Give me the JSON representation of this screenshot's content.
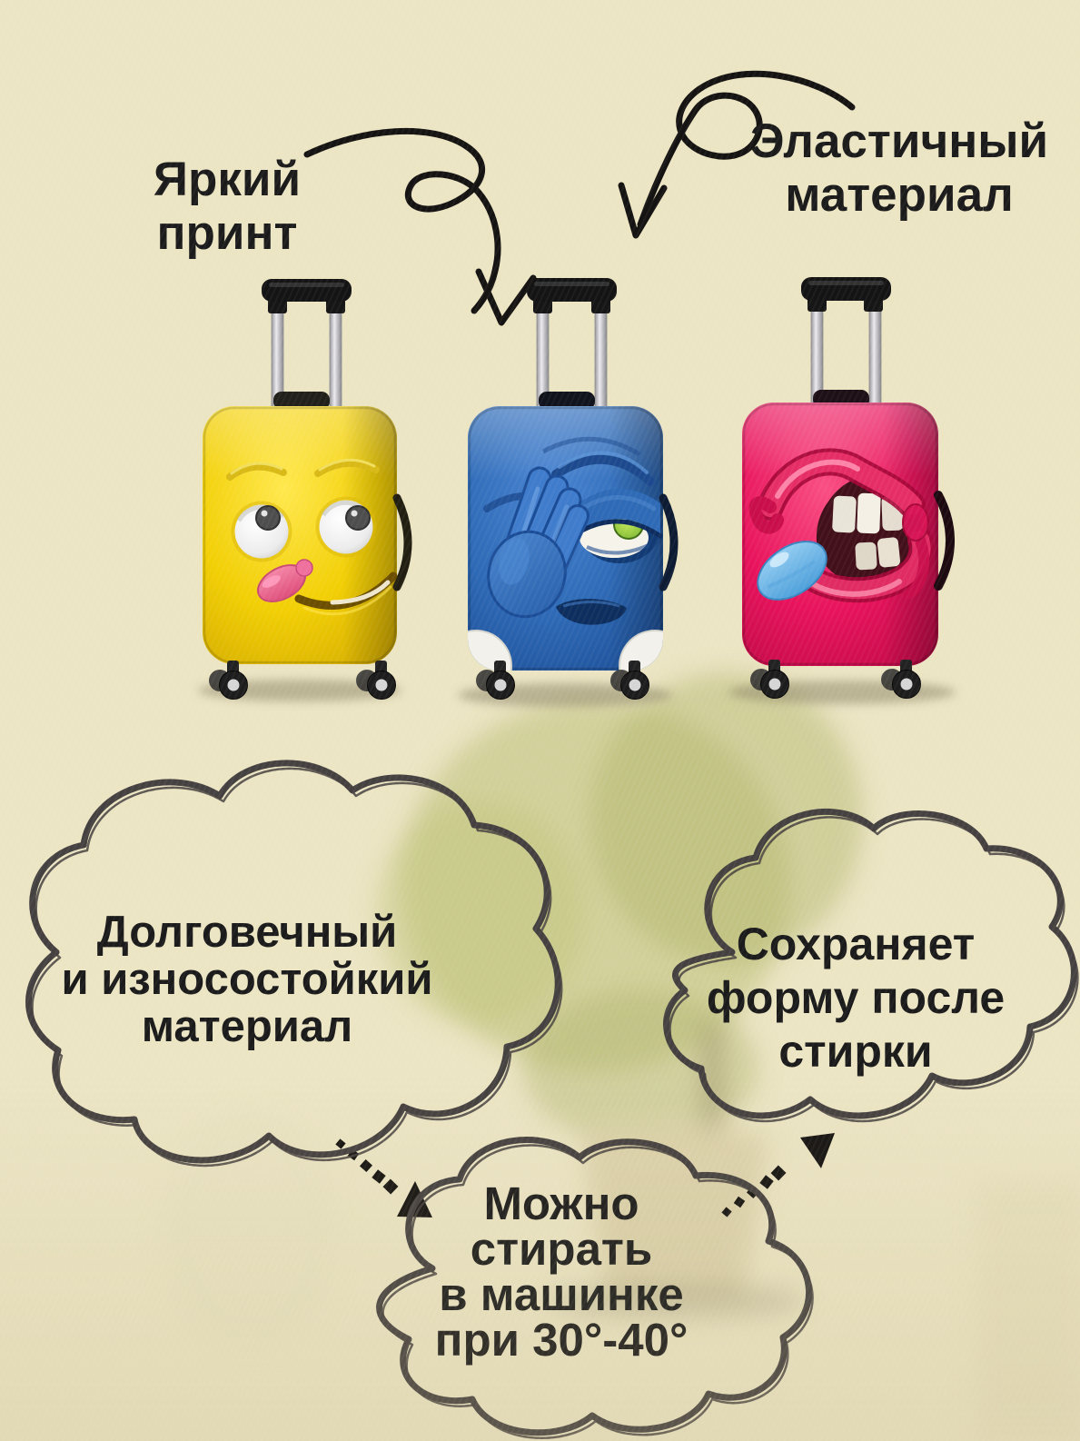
{
  "callouts": {
    "bright_print": {
      "label": "Яркий\nпринт"
    },
    "elastic": {
      "label": "Эластичный\nматериал"
    }
  },
  "clouds": {
    "durable": {
      "label": "Долговечный\nи износостойкий\nматериал"
    },
    "keeps_shape": {
      "label": "Сохраняет\nформу после\nстирки"
    },
    "machine_wash": {
      "label": "Можно\nстирать\nв машинке\nпри 30°-40°"
    }
  },
  "suitcases": [
    {
      "name": "yellow-silly-face-cover",
      "color": "#f2cf05"
    },
    {
      "name": "blue-facepalm-face-cover",
      "color": "#2e6ab6"
    },
    {
      "name": "pink-crazy-mouth-cover",
      "color": "#e8135c"
    }
  ],
  "icons": {
    "curved_arrow_left": "hand-drawn loop arrow to middle suitcase",
    "curved_arrow_right": "hand-drawn loop arrow to middle suitcase",
    "dotted_arrow_left": "dotted arrow to wash cloud",
    "dotted_arrow_right": "dotted arrow to shape cloud",
    "cloud_bubble": "sketched thought cloud outline"
  },
  "colors": {
    "background": "#ece5c4",
    "ink": "#1b1b1b",
    "cloud_stroke": "#454140",
    "yellow": "#f2cf05",
    "blue": "#2e6ab6",
    "pink": "#e8135c",
    "tongue_pink": "#ef6f9d",
    "tongue_blue": "#6fb6e8",
    "eye_green": "#8fc43c"
  }
}
